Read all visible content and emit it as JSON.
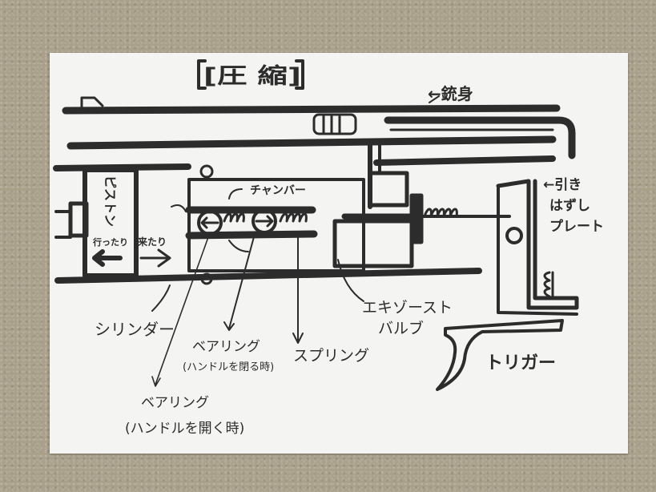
{
  "title": "[圧 縮]",
  "labels": {
    "barrel": "←銃身",
    "piston": "ピストン",
    "going": "行ったり",
    "coming": "来たり",
    "chamber": "チャンバー",
    "release_plate_1": "←引き",
    "release_plate_2": "はずし",
    "release_plate_3": "プレート",
    "cylinder": "シリンダー",
    "exhaust_valve_1": "エキゾースト",
    "exhaust_valve_2": "バルブ",
    "bearing_close_1": "ベアリング",
    "bearing_close_2": "(ハンドルを閉る時)",
    "spring": "スプリング",
    "trigger": "トリガー",
    "bearing_open_1": "ベアリング",
    "bearing_open_2": "(ハンドルを開く時)"
  },
  "colors": {
    "ink": "#2c2c2c",
    "paper": "#f4f4f2",
    "background": "#a9a08a"
  }
}
